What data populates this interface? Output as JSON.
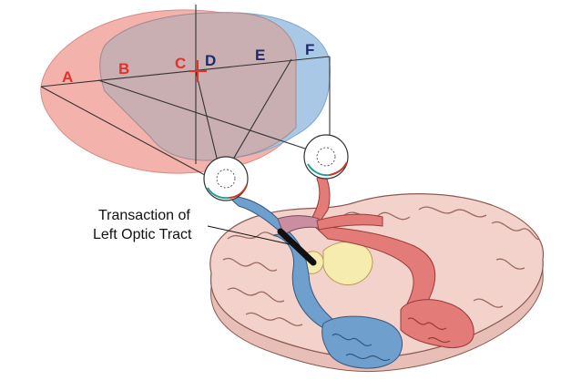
{
  "diagram": {
    "field_labels": [
      {
        "text": "A",
        "color": "#e8302a"
      },
      {
        "text": "B",
        "color": "#e8302a"
      },
      {
        "text": "C",
        "color": "#e8302a"
      },
      {
        "text": "D",
        "color": "#1f2a6b"
      },
      {
        "text": "E",
        "color": "#1f2a6b"
      },
      {
        "text": "F",
        "color": "#1f2a6b"
      }
    ],
    "annotation": {
      "line1": "Transaction of",
      "line2": "Left Optic Tract"
    },
    "colors": {
      "left_field": "#f3b3ac",
      "right_field": "#a9c8e6",
      "overlap": "#c9aeb2",
      "left_pathway": "#e37b78",
      "right_pathway": "#6f9fcc",
      "brain_tissue": "#f4d2cc",
      "ventricle": "#f6ecb0",
      "fixation_mark": "#e8302a"
    }
  }
}
